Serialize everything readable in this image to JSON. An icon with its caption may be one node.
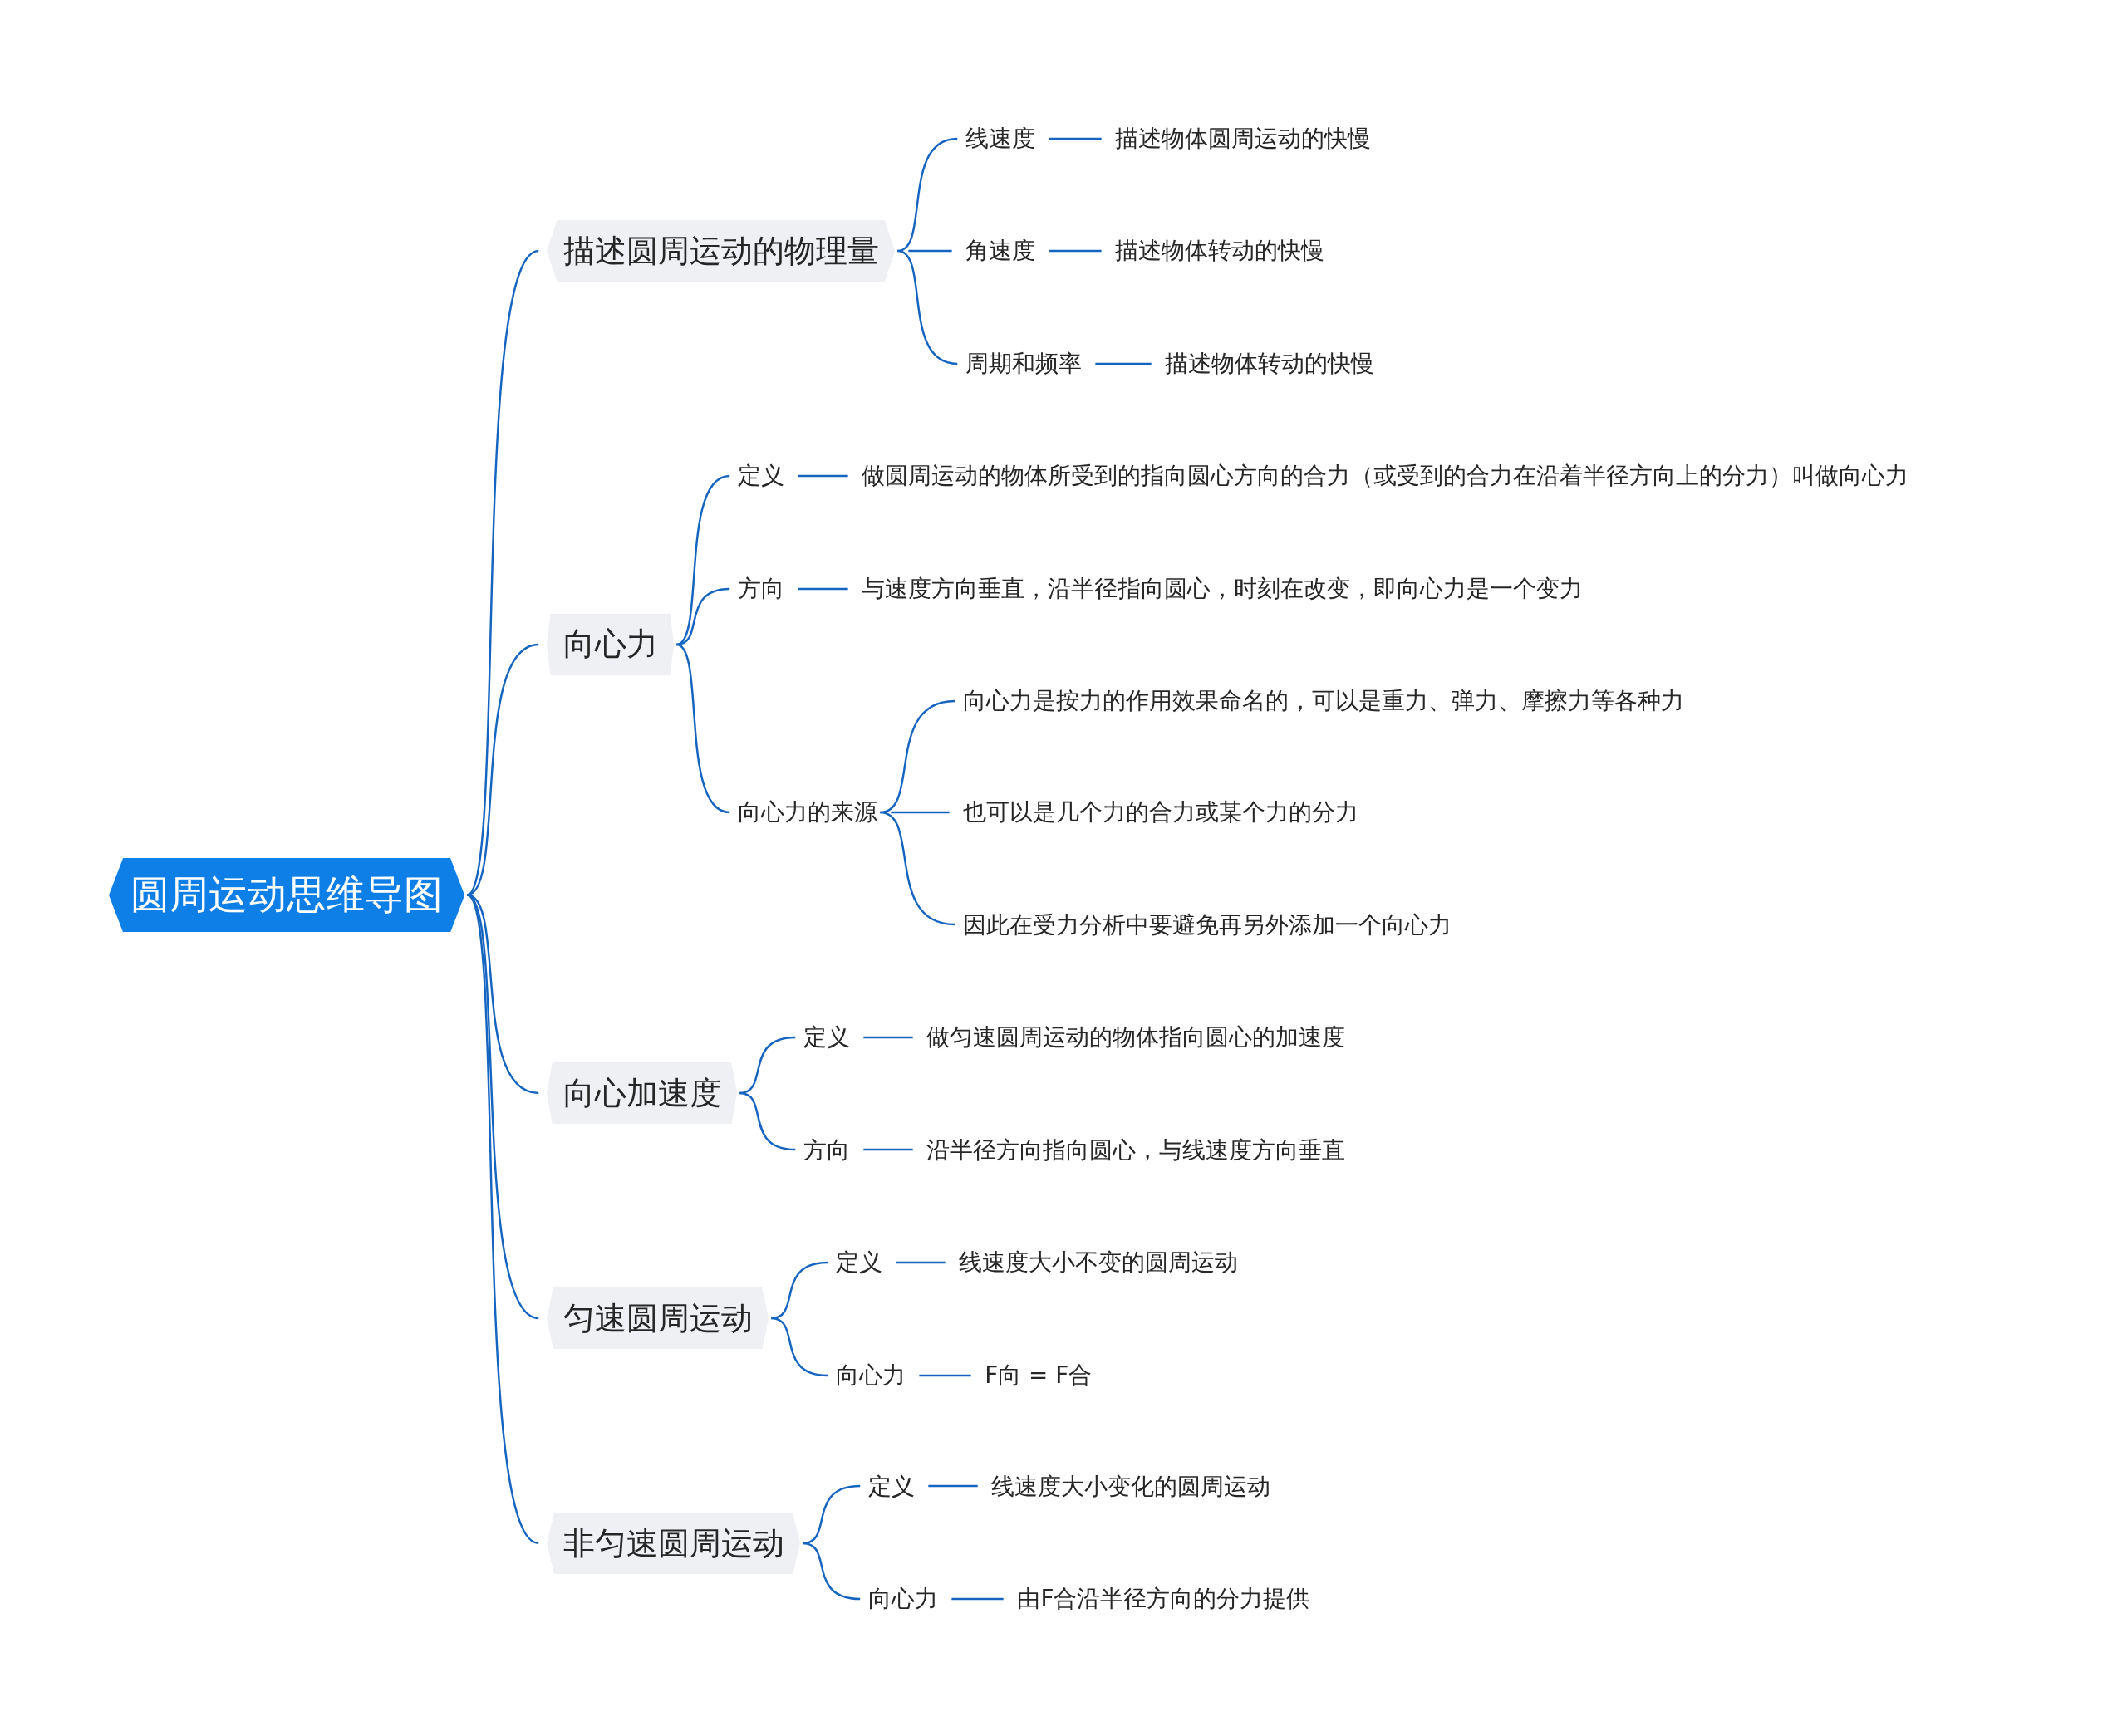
{
  "diagram": {
    "nodes": [
      {
        "text": [
          "圆周运动思维导图"
        ]
      },
      {
        "text": [
          "描述圆周运动的物理量"
        ]
      },
      {
        "text": [
          "线速度"
        ]
      },
      {
        "text": [
          "描述物体圆周运动的快慢"
        ]
      },
      {
        "text": [
          "角速度"
        ]
      },
      {
        "text": [
          "描述物体转动的快慢"
        ]
      },
      {
        "text": [
          "周期和频率"
        ]
      },
      {
        "text": [
          "描述物体转动的快慢"
        ]
      },
      {
        "text": [
          "向心力"
        ]
      },
      {
        "text": [
          "定义"
        ]
      },
      {
        "text": [
          "做圆周运动的物体所受到的指向圆心方向的合力（或受到的合力在沿着半径方向上的分力）叫做向心力"
        ]
      },
      {
        "text": [
          "方向"
        ]
      },
      {
        "text": [
          "与速度方向垂直，沿半径指向圆心，时刻在改变，即向心力是一个变力"
        ]
      },
      {
        "text": [
          "向心力的来源"
        ]
      },
      {
        "text": [
          "向心力是按力的作用效果命名的，可以是重力、弹力、摩擦力等各种力"
        ]
      },
      {
        "text": [
          "也可以是几个力的合力或某个力的分力"
        ]
      },
      {
        "text": [
          "因此在受力分析中要避免再另外添加一个向心力"
        ]
      },
      {
        "text": [
          "向心加速度"
        ]
      },
      {
        "text": [
          "定义"
        ]
      },
      {
        "text": [
          "做匀速圆周运动的物体指向圆心的加速度"
        ]
      },
      {
        "text": [
          "方向"
        ]
      },
      {
        "text": [
          "沿半径方向指向圆心，与线速度方向垂直"
        ]
      },
      {
        "text": [
          "匀速圆周运动"
        ]
      },
      {
        "text": [
          "定义"
        ]
      },
      {
        "text": [
          "线速度大小不变的圆周运动"
        ]
      },
      {
        "text": [
          "向心力"
        ]
      },
      {
        "text": [
          "F向 = F合"
        ]
      },
      {
        "text": [
          "非匀速圆周运动"
        ]
      },
      {
        "text": [
          "定义"
        ]
      },
      {
        "text": [
          "线速度大小变化的圆周运动"
        ]
      },
      {
        "text": [
          "向心力"
        ]
      },
      {
        "text": [
          "由F合沿半径方向的分力提供"
        ]
      }
    ],
    "edges": [
      {
        "from": 0,
        "to": 1,
        "arrow": "none"
      },
      {
        "from": 1,
        "to": 2,
        "arrow": "none"
      },
      {
        "from": 2,
        "to": 3,
        "arrow": "none"
      },
      {
        "from": 1,
        "to": 4,
        "arrow": "none"
      },
      {
        "from": 4,
        "to": 5,
        "arrow": "none"
      },
      {
        "from": 1,
        "to": 6,
        "arrow": "none"
      },
      {
        "from": 6,
        "to": 7,
        "arrow": "none"
      },
      {
        "from": 0,
        "to": 8,
        "arrow": "none"
      },
      {
        "from": 8,
        "to": 9,
        "arrow": "none"
      },
      {
        "from": 9,
        "to": 10,
        "arrow": "none"
      },
      {
        "from": 8,
        "to": 11,
        "arrow": "none"
      },
      {
        "from": 11,
        "to": 12,
        "arrow": "none"
      },
      {
        "from": 8,
        "to": 13,
        "arrow": "none"
      },
      {
        "from": 13,
        "to": 14,
        "arrow": "none"
      },
      {
        "from": 13,
        "to": 15,
        "arrow": "none"
      },
      {
        "from": 13,
        "to": 16,
        "arrow": "none"
      },
      {
        "from": 0,
        "to": 17,
        "arrow": "none"
      },
      {
        "from": 17,
        "to": 18,
        "arrow": "none"
      },
      {
        "from": 18,
        "to": 19,
        "arrow": "none"
      },
      {
        "from": 17,
        "to": 20,
        "arrow": "none"
      },
      {
        "from": 20,
        "to": 21,
        "arrow": "none"
      },
      {
        "from": 0,
        "to": 22,
        "arrow": "none"
      },
      {
        "from": 22,
        "to": 23,
        "arrow": "none"
      },
      {
        "from": 23,
        "to": 24,
        "arrow": "none"
      },
      {
        "from": 22,
        "to": 25,
        "arrow": "none"
      },
      {
        "from": 25,
        "to": 26,
        "arrow": "none"
      },
      {
        "from": 0,
        "to": 27,
        "arrow": "none"
      },
      {
        "from": 27,
        "to": 28,
        "arrow": "none"
      },
      {
        "from": 28,
        "to": 29,
        "arrow": "none"
      },
      {
        "from": 27,
        "to": 30,
        "arrow": "none"
      },
      {
        "from": 30,
        "to": 31,
        "arrow": "none"
      }
    ]
  }
}
